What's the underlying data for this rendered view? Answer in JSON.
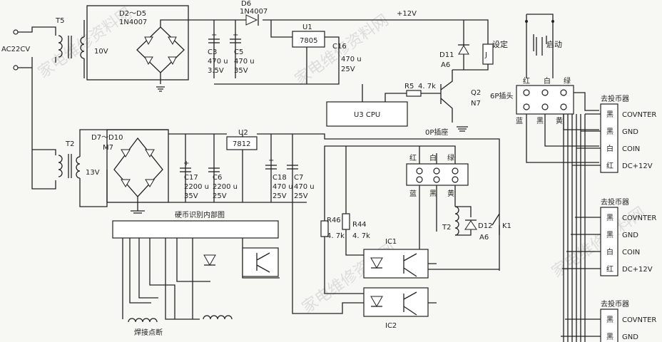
{
  "input": {
    "ac_label": "AC22CV"
  },
  "transformers": {
    "t5": "T5",
    "t2": "T2",
    "t2_sec": "13V",
    "t5_sec": "10V",
    "relay_coil": "T2"
  },
  "bridge_top": {
    "name": "D2～D5",
    "part": "1N4007"
  },
  "bridge_bottom": {
    "name": "D7～D10",
    "part": "M7"
  },
  "diode_d6": {
    "name": "D6",
    "part": "1N4007"
  },
  "caps": {
    "c3": [
      "C3",
      "470 u",
      "3.5V"
    ],
    "c5": [
      "C5",
      "470 u",
      "35V"
    ],
    "c16": [
      "C16",
      "470 u",
      "25V"
    ],
    "c17": [
      "C17",
      "2200 u",
      "35V"
    ],
    "c6": [
      "C6",
      "2200 u",
      "25V"
    ],
    "c18": [
      "C18",
      "470 u",
      "25V"
    ],
    "c7": [
      "C7",
      "470 u",
      "25V"
    ]
  },
  "regulators": {
    "u1_name": "U1",
    "u1_part": "7805",
    "u2_name": "U2",
    "u2_part": "7812"
  },
  "supply_label": "+12V",
  "cpu": "U3  CPU",
  "r5": {
    "name": "R5",
    "value": "4. 7k"
  },
  "q2": {
    "name": "Q2",
    "part": "N7"
  },
  "d11": {
    "name": "D11",
    "part": "A6"
  },
  "relay_j": "J",
  "switches": {
    "set": "设定",
    "start": "启动"
  },
  "plug6p": {
    "title": "6P插头",
    "top": [
      "红",
      "白",
      "绿"
    ],
    "bottom": [
      "蓝",
      "黑",
      "黄"
    ]
  },
  "socket6p": {
    "title": "0P插座",
    "top": [
      "红",
      "白",
      "绿"
    ],
    "bottom": [
      "蓝",
      "黑",
      "黄"
    ]
  },
  "r46": {
    "name": "R46",
    "value": "4. 7k"
  },
  "r44": {
    "name": "R44",
    "value": "4. 7k"
  },
  "d12": {
    "name": "D12",
    "part": "A6"
  },
  "k1": "K1",
  "ic1": "IC1",
  "ic2": "IC2",
  "coin_box": "硬币识别内部图",
  "solder": "焊接点断",
  "coin_groups": [
    {
      "title": "去投币器",
      "pins": [
        {
          "c": "黑",
          "s": "COVNTER"
        },
        {
          "c": "黑",
          "s": "GND"
        },
        {
          "c": "白",
          "s": "COIN"
        },
        {
          "c": "红",
          "s": "DC+12V"
        }
      ]
    },
    {
      "title": "去投币器",
      "pins": [
        {
          "c": "黑",
          "s": "COVNTER"
        },
        {
          "c": "黑",
          "s": "GND"
        },
        {
          "c": "白",
          "s": "COIN"
        },
        {
          "c": "红",
          "s": "DC+12V"
        }
      ]
    },
    {
      "title": "去投币器",
      "pins": [
        {
          "c": "黑",
          "s": "COVNTER"
        },
        {
          "c": "黑",
          "s": "GND"
        }
      ]
    }
  ],
  "watermarks": [
    "家电维修资料网",
    "家电维修资料网",
    "家电维修资料网",
    "家电维修资料网"
  ]
}
